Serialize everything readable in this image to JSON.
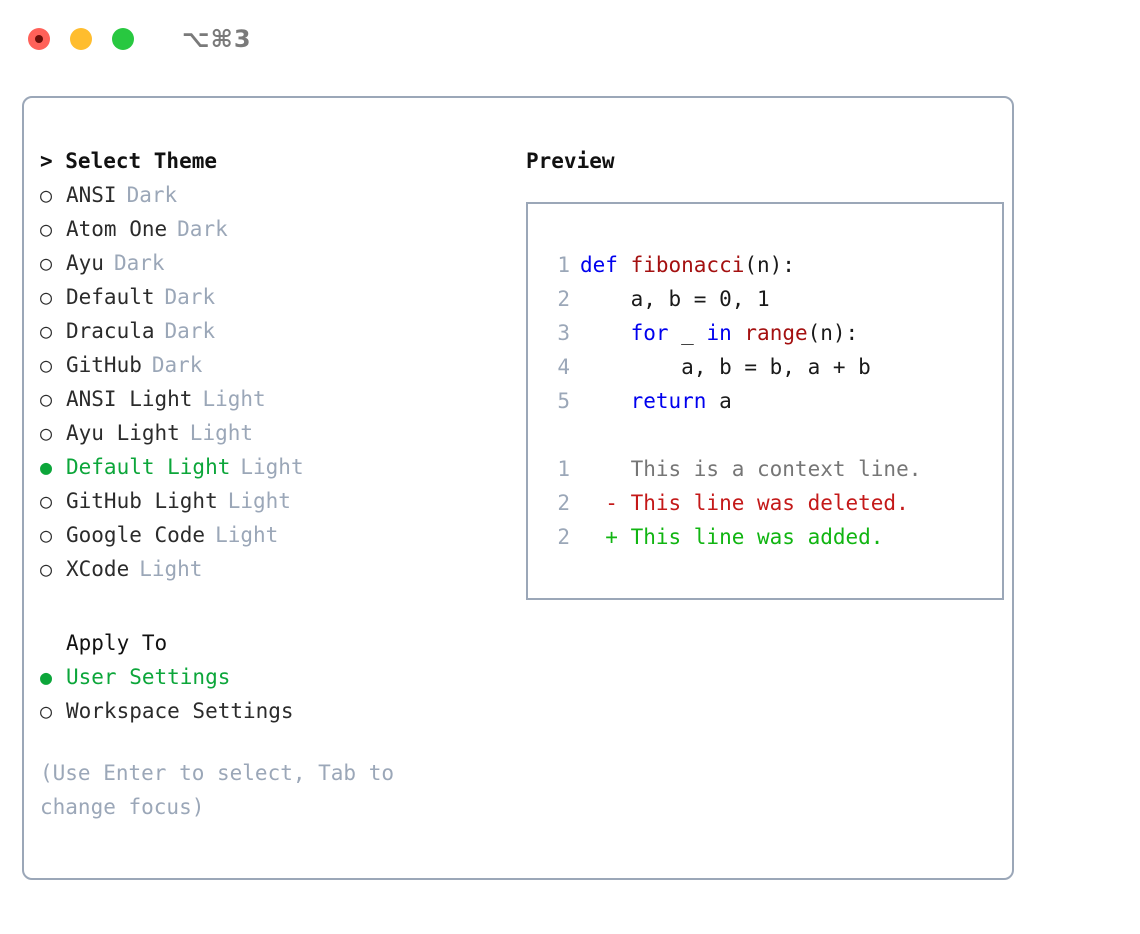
{
  "titlebar": {
    "shortcut": "⌥⌘3",
    "lights": [
      {
        "name": "close-button",
        "color": "#ff6159"
      },
      {
        "name": "minimize-button",
        "color": "#ffbd2e"
      },
      {
        "name": "maximize-button",
        "color": "#28c840"
      }
    ]
  },
  "colors": {
    "border": "#9ba7b8",
    "accent_green": "#0ca63a",
    "muted": "#9ba7b8",
    "keyword_blue": "#0000ee",
    "function_red": "#a41010",
    "diff_add": "#11b512",
    "diff_del": "#c41919",
    "diff_ctx": "#767676"
  },
  "theme_panel": {
    "header": "> Select Theme",
    "items": [
      {
        "marker": "○",
        "label": "ANSI",
        "tag": "Dark",
        "selected": false
      },
      {
        "marker": "○",
        "label": "Atom One",
        "tag": "Dark",
        "selected": false
      },
      {
        "marker": "○",
        "label": "Ayu",
        "tag": "Dark",
        "selected": false
      },
      {
        "marker": "○",
        "label": "Default",
        "tag": "Dark",
        "selected": false
      },
      {
        "marker": "○",
        "label": "Dracula",
        "tag": "Dark",
        "selected": false
      },
      {
        "marker": "○",
        "label": "GitHub",
        "tag": "Dark",
        "selected": false
      },
      {
        "marker": "○",
        "label": "ANSI Light",
        "tag": "Light",
        "selected": false
      },
      {
        "marker": "○",
        "label": "Ayu Light",
        "tag": "Light",
        "selected": false
      },
      {
        "marker": "●",
        "label": "Default Light",
        "tag": "Light",
        "selected": true
      },
      {
        "marker": "○",
        "label": "GitHub Light",
        "tag": "Light",
        "selected": false
      },
      {
        "marker": "○",
        "label": "Google Code",
        "tag": "Light",
        "selected": false
      },
      {
        "marker": "○",
        "label": "XCode",
        "tag": "Light",
        "selected": false
      }
    ]
  },
  "apply_to": {
    "header": "Apply To",
    "items": [
      {
        "marker": "●",
        "label": "User Settings",
        "selected": true
      },
      {
        "marker": "○",
        "label": "Workspace Settings",
        "selected": false
      }
    ]
  },
  "hint": "(Use Enter to select, Tab to change focus)",
  "preview": {
    "title": "Preview",
    "code_lines": [
      {
        "lineno": "1",
        "tokens": [
          {
            "text": "def ",
            "type": "kw"
          },
          {
            "text": "fibonacci",
            "type": "fn"
          },
          {
            "text": "(n):",
            "type": "plain"
          }
        ]
      },
      {
        "lineno": "2",
        "tokens": [
          {
            "text": "    a, b = 0, 1",
            "type": "plain"
          }
        ]
      },
      {
        "lineno": "3",
        "tokens": [
          {
            "text": "    ",
            "type": "plain"
          },
          {
            "text": "for",
            "type": "kw"
          },
          {
            "text": " _ ",
            "type": "plain"
          },
          {
            "text": "in",
            "type": "kw"
          },
          {
            "text": " ",
            "type": "plain"
          },
          {
            "text": "range",
            "type": "fn"
          },
          {
            "text": "(n):",
            "type": "plain"
          }
        ]
      },
      {
        "lineno": "4",
        "tokens": [
          {
            "text": "        a, b = b, a + b",
            "type": "plain"
          }
        ]
      },
      {
        "lineno": "5",
        "tokens": [
          {
            "text": "    ",
            "type": "plain"
          },
          {
            "text": "return",
            "type": "kw"
          },
          {
            "text": " a",
            "type": "plain"
          }
        ]
      }
    ],
    "diff_lines": [
      {
        "lineno": "1",
        "sign": " ",
        "text": "This is a context line.",
        "kind": "ctx"
      },
      {
        "lineno": "2",
        "sign": "-",
        "text": "This line was deleted.",
        "kind": "del"
      },
      {
        "lineno": "2",
        "sign": "+",
        "text": "This line was added.",
        "kind": "add"
      }
    ]
  }
}
